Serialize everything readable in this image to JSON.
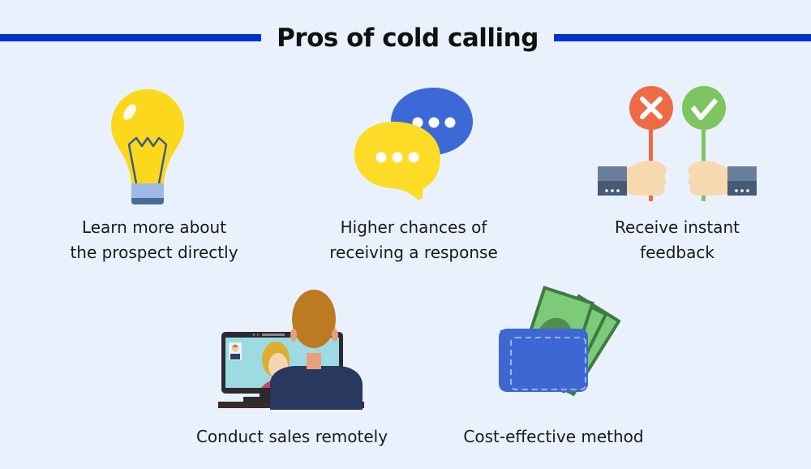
{
  "title": "Pros of cold calling",
  "colors": {
    "background": "#e9f1fd",
    "accent_line": "#0033cc",
    "bulb_yellow": "#fcd81c",
    "bubble_blue": "#3d68d8",
    "bubble_yellow": "#fcdc26",
    "sign_red": "#ee6b45",
    "sign_green": "#7ec562",
    "wallet_blue": "#3f67d4",
    "money_green": "#7dcb78",
    "shirt_navy": "#28385e",
    "hair_brown": "#bd7b21"
  },
  "items": [
    {
      "icon": "lightbulb-icon",
      "label_line1": "Learn more about",
      "label_line2": "the prospect directly"
    },
    {
      "icon": "chat-bubbles-icon",
      "label_line1": "Higher chances of",
      "label_line2": "receiving a response"
    },
    {
      "icon": "feedback-signs-icon",
      "label_line1": "Receive instant",
      "label_line2": "feedback"
    },
    {
      "icon": "video-call-icon",
      "label_line1": "Conduct sales remotely"
    },
    {
      "icon": "wallet-money-icon",
      "label_line1": "Cost-effective method"
    }
  ]
}
